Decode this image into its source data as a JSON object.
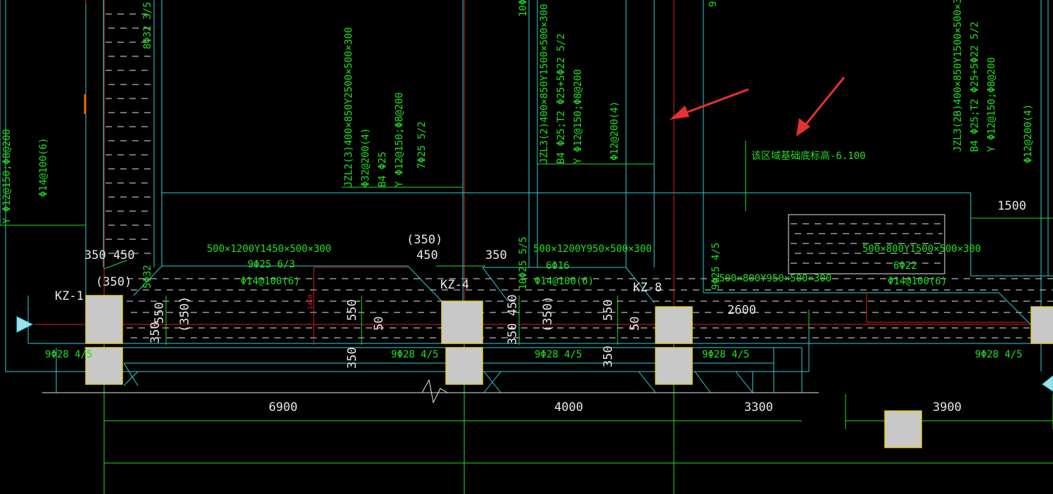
{
  "colors": {
    "background": "#000000",
    "outline": "#2fd0d8",
    "annotation": "#22e022",
    "axis": "#e02020",
    "dimension": "#e8e8e8",
    "column_fill": "#c8c8c8",
    "column_edge": "#e8d020",
    "arrow": "#e83030"
  },
  "columns": {
    "kz1": "KZ-1",
    "kz4": "KZ-4",
    "kz8": "KZ-8"
  },
  "beams": {
    "jzl2_l1": "JZL2(3)400×850Y2500×500×300",
    "jzl2_l2": "Φ32@200(4)",
    "jzl2_l3": "B4 Φ25",
    "jzl2_l4": "Y Φ12@150;Φ8@200",
    "jzl2_bottom": "7Φ25 5/2",
    "jzl3_l1": "JZL3(2)400×850Y1500×500×300",
    "jzl3_l2": "B4 Φ25;T2 Φ25+5Φ22 5/2",
    "jzl3_l3": "Y Φ12@150;Φ8@200",
    "jzl3_stirrup": "Φ12@200(4)",
    "jzl3b_l1": "JZL3(2B)400×850Y1500×500×300",
    "jzl3b_l2": "B4 Φ25;T2 Φ25+5Φ22 5/2",
    "jzl3b_l3": "Y Φ12@150;Φ8@200",
    "jzl3b_stirrup": "Φ12@200(4)",
    "left_l1": "Y Φ12@150;Φ8@200",
    "left_l2": "Φ14@100(6)",
    "top_left": "8Φ32 3/5",
    "top_mid": "10Φ",
    "top_right": "9"
  },
  "note": "该区域基础底标高-6.100",
  "slabs": {
    "s1_size": "500×1200Y1450×500×300",
    "s1_bar": "9Φ25 6/3",
    "s1_stirrup": "Φ14@100(6)",
    "s2_size": "500×1200Y950×500×300",
    "s2_bar": "6Φ16",
    "s2_stirrup": "Φ14@100(6)",
    "s2_left": "10Φ25 5/5",
    "s3_size": "500×800Y950×500×300",
    "s3_left": "9Φ25 4/5",
    "s4_size": "500×800Y1500×500×300",
    "s4_bar": "6Φ22",
    "s4_stirrup": "Φ14@100(6)",
    "rail_left": "5Φ32",
    "small_red": "1450"
  },
  "bottom_bars": {
    "b1": "9Φ28 4/5",
    "b2": "9Φ28 4/5",
    "b3": "9Φ28 4/5",
    "b4": "9Φ28 4/5",
    "b5": "9Φ28 4/5"
  },
  "dims": {
    "d350_450": "350 450",
    "d350_paren_l": "(350)",
    "d350_paren_m": "(350)",
    "d450": "450",
    "d350_m": "350",
    "d550_a": "550",
    "d350_v_a": "350",
    "d350_paren_va": "(350)",
    "d550_b": "550",
    "d50_a": "50",
    "d350_v_b": "350",
    "d350_450_v": "350 450",
    "d350_paren_vb": "(350)",
    "d550_c": "550",
    "d50_b": "50",
    "d350_v_c": "350",
    "d2600": "2600",
    "d1500": "1500",
    "span1": "6900",
    "span2": "4000",
    "span3": "3300",
    "span4": "3900"
  }
}
